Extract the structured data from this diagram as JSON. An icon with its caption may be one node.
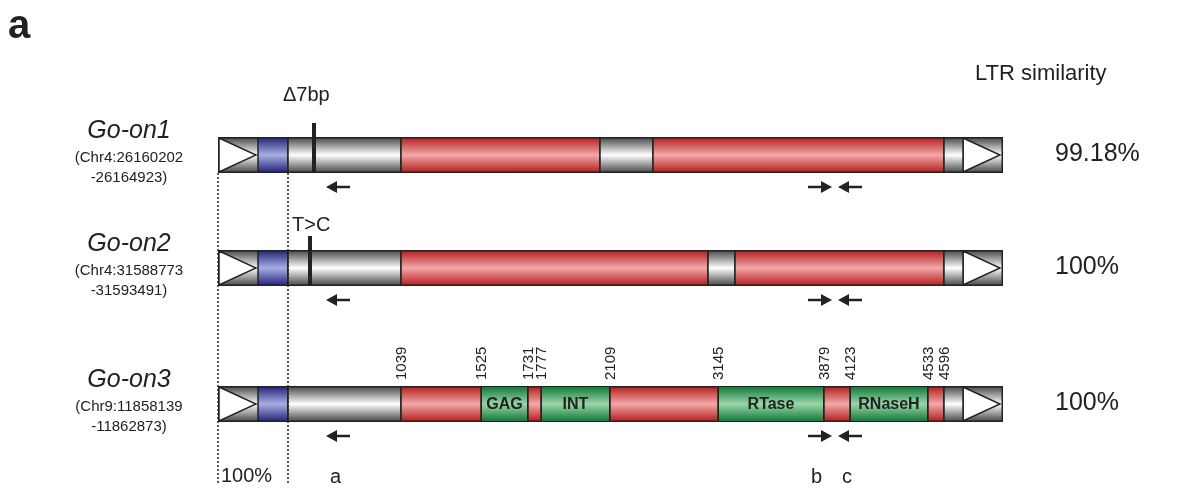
{
  "diagram": {
    "title": "a",
    "nodes": [
      {
        "text": [
          "Go-on1",
          "(Chr4:26160202 -26164923)"
        ],
        "beside": [
          "99.18%"
        ]
      },
      {
        "text": [
          "Go-on2",
          "(Chr4:31588773 -31593491)"
        ],
        "beside": [
          "100%"
        ]
      },
      {
        "text": [
          "Go-on3",
          "(Chr9:11858139 -11862873)"
        ],
        "beside": [
          "100%"
        ]
      },
      {
        "text": [
          "GAG"
        ],
        "in": 2
      },
      {
        "text": [
          "INT"
        ],
        "in": 2
      },
      {
        "text": [
          "RTase"
        ],
        "in": 2
      },
      {
        "text": [
          "RNaseH"
        ],
        "in": 2
      }
    ],
    "edges": [],
    "labels": [
      "LTR similarity",
      "Δ7bp",
      "T>C",
      "1039",
      "1525",
      "1731",
      "1777",
      "2109",
      "3145",
      "3879",
      "4123",
      "4533",
      "4596",
      "100%",
      "a",
      "b",
      "c"
    ]
  }
}
